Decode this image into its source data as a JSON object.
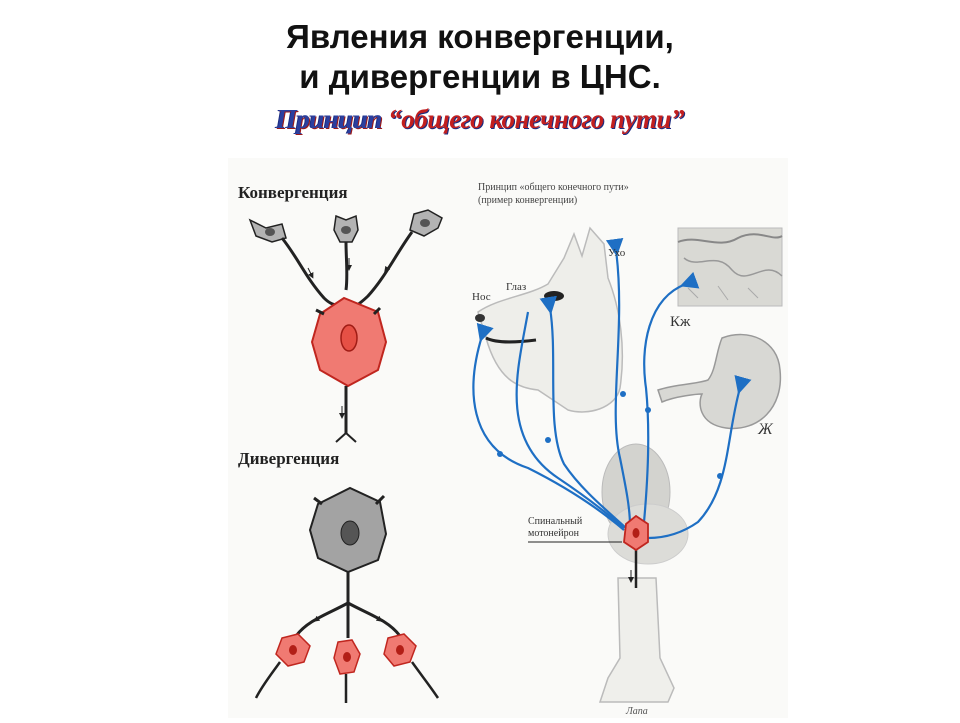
{
  "title": {
    "line1": "Явления конвергенции,",
    "line2": "и дивергенции в ЦНС."
  },
  "subtitle": {
    "prefix": "Принцип",
    "quoted": "“общего конечного пути”"
  },
  "left_panel": {
    "convergence_label": "Конвергенция",
    "divergence_label": "Дивергенция"
  },
  "right_panel": {
    "header_line1": "Принцип «общего конечного пути»",
    "header_line2": "(пример конвергенции)",
    "labels": {
      "ear": "Ухо",
      "eye": "Глаз",
      "nose": "Нос",
      "skin": "Кж",
      "stomach": "Ж",
      "motoneuron_line1": "Спинальный",
      "motoneuron_line2": "мотонейрон",
      "paw": "Лапа"
    }
  },
  "colors": {
    "neuron_red": "#f07a72",
    "neuron_red_stroke": "#c0261f",
    "neuron_gray": "#a3a3a3",
    "pathway_blue": "#1e6fc4",
    "title_blue": "#2a3f9f",
    "title_red": "#c21f1f"
  }
}
